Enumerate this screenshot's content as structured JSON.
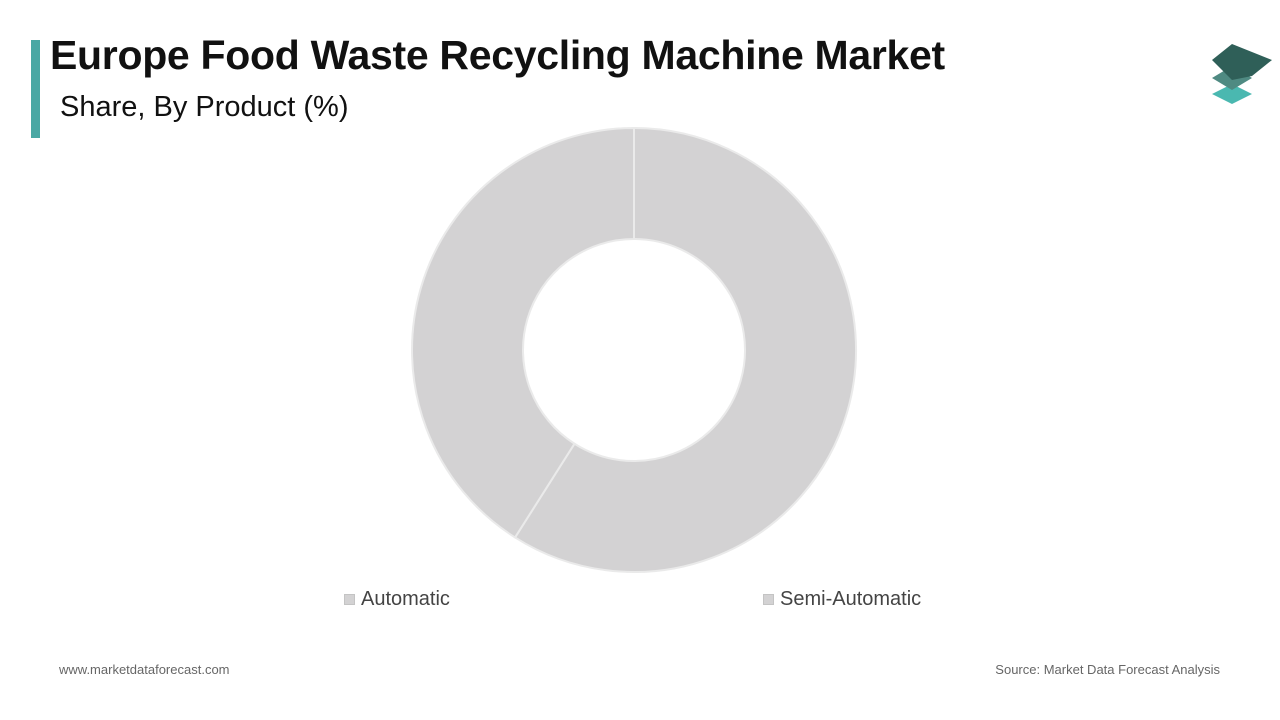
{
  "header": {
    "title": "Europe Food Waste Recycling Machine Market",
    "subtitle": "Share, By Product (%)"
  },
  "colors": {
    "accent": "#4aa8a4",
    "logo_top": "#2f5f58",
    "logo_middle": "#4f8a82",
    "logo_bottom": "#4ab8b0",
    "slice_fill": "#d3d2d3",
    "slice_border": "#eaeaea"
  },
  "logo": {
    "icon": "stacked-layers-icon"
  },
  "chart_data": {
    "type": "pie",
    "donut": true,
    "title": "Europe Food Waste Recycling Machine Market",
    "subtitle": "Share, By Product (%)",
    "categories": [
      "Automatic",
      "Semi-Automatic"
    ],
    "values": [
      59,
      41
    ],
    "unit": "%",
    "start_angle_deg": 0,
    "direction": "clockwise",
    "legend_position": "bottom"
  },
  "legend": {
    "items": [
      {
        "label": "Automatic"
      },
      {
        "label": "Semi-Automatic"
      }
    ]
  },
  "footer": {
    "website": "www.marketdataforecast.com",
    "source": "Source: Market Data Forecast Analysis"
  }
}
